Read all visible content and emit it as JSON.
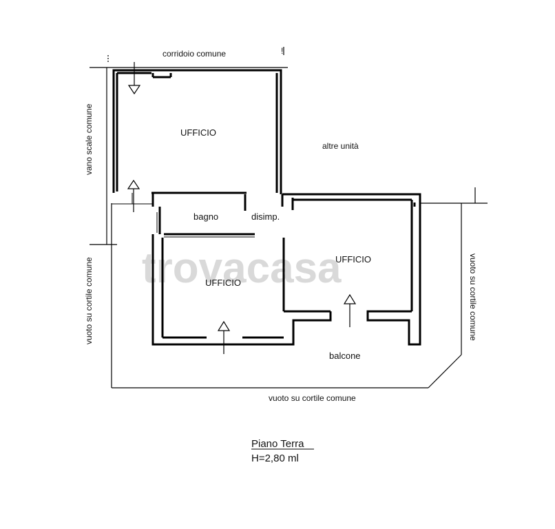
{
  "labels": {
    "top": "corridoio comune",
    "left_top": "vano scale comune",
    "right_mid": "altre unità",
    "left_bottom": "vuoto su cortile comune",
    "right_side": "vuoto su cortile comune",
    "bottom": "vuoto su cortile comune",
    "bagno": "bagno",
    "disimp": "disimp.",
    "ufficio_top": "UFFICIO",
    "ufficio_right": "UFFICIO",
    "ufficio_bottom": "UFFICIO",
    "balcone": "balcone",
    "marker": "!"
  },
  "watermark": "trovacasa",
  "caption": {
    "title": "Piano Terra",
    "height": "H=2,80 ml"
  }
}
